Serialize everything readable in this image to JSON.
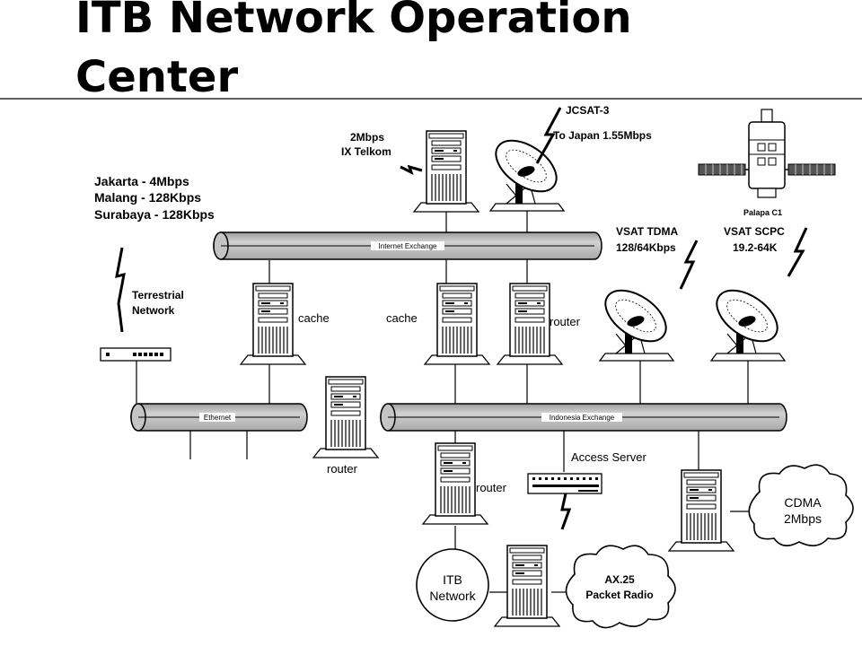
{
  "title": {
    "line1": "ITB Network Operation",
    "line2": "Center"
  },
  "labels": {
    "jcsat": "JCSAT-3",
    "to_japan": "To Japan 1.55Mbps",
    "ix_telkom_rate": "2Mbps",
    "ix_telkom": "IX Telkom",
    "palapa": "Palapa C1",
    "jakarta": "Jakarta - 4Mbps",
    "malang": "Malang - 128Kbps",
    "surabaya": "Surabaya - 128Kbps",
    "internet_exchange": "Internet Exchange",
    "vsat_tdma": "VSAT TDMA",
    "vsat_tdma_rate": "128/64Kbps",
    "vsat_scpc": "VSAT SCPC",
    "vsat_scpc_rate": "19.2-64K",
    "terrestrial_1": "Terrestrial",
    "terrestrial_2": "Network",
    "cache_1": "cache",
    "cache_2": "cache",
    "router_1": "router",
    "router_2": "router",
    "router_3": "router",
    "ethernet": "Ethernet",
    "indonesia_exchange": "Indonesia Exchange",
    "access_server": "Access Server",
    "cdma_1": "CDMA",
    "cdma_2": "2Mbps",
    "itb_1": "ITB",
    "itb_2": "Network",
    "ax25_1": "AX.25",
    "ax25_2": "Packet Radio"
  }
}
